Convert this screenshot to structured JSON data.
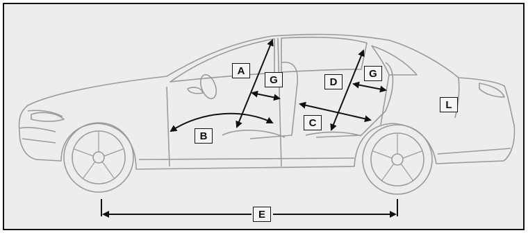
{
  "labels": {
    "A": "A",
    "B": "B",
    "C": "C",
    "D": "D",
    "E": "E",
    "G_front": "G",
    "G_rear": "G",
    "L": "L"
  },
  "colors": {
    "background": "#eeeeee",
    "frame": "#111111",
    "car_outline": "#9a9a9a",
    "arrows": "#111111"
  }
}
